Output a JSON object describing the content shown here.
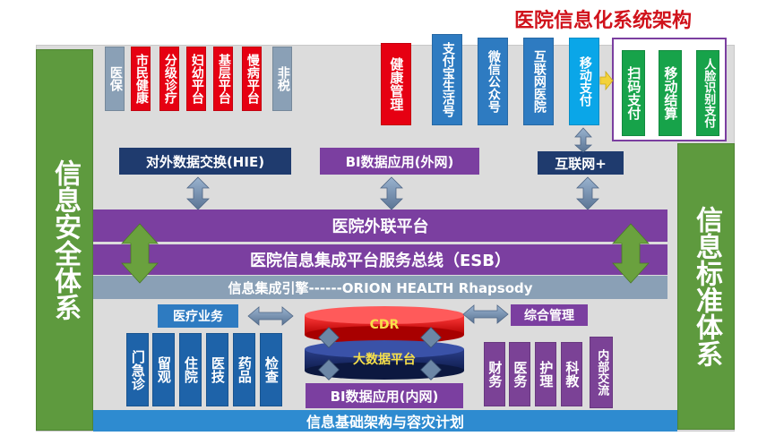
{
  "title": "医院信息化系统架构",
  "left_pillar": "信息安全体系",
  "right_pillar": "信息标准体系",
  "external_systems": [
    "医保",
    "市民健康",
    "分级诊疗",
    "妇幼平台",
    "基层平台",
    "慢病平台",
    "非税"
  ],
  "internet_apps": [
    "健康管理",
    "支付宝生活号",
    "微信公众号",
    "互联网医院",
    "移动支付"
  ],
  "payment_methods": [
    "扫码支付",
    "移动结算",
    "人脸识别支付"
  ],
  "hie_label": "对外数据交换(HIE)",
  "bi_external": "BI数据应用(外网)",
  "internet_plus": "互联网+",
  "outer_platform": "医院外联平台",
  "esb": "医院信息集成平台服务总线（ESB）",
  "engine": "信息集成引擎------ORION HEALTH Rhapsody",
  "medical_business": "医疗业务",
  "medical_items": [
    "门急诊",
    "留观",
    "住院",
    "医技",
    "药品",
    "检查"
  ],
  "cdr": "CDR",
  "big_data": "大数据平台",
  "bi_internal": "BI数据应用(内网)",
  "integrated_mgmt": "综合管理",
  "mgmt_items": [
    "财务",
    "医务",
    "护理",
    "科教",
    "内部交流"
  ],
  "infrastructure": "信息基础架构与容灾计划",
  "colors": {
    "pillar": "#5e9a3e",
    "purple_band": "#7b3fa0",
    "navy_label": "#1f3b6e",
    "red": "#e60012",
    "blue": "#2e7bc1",
    "cyan": "#0aa6e8",
    "green": "#17a34a",
    "title": "#d0121b"
  }
}
